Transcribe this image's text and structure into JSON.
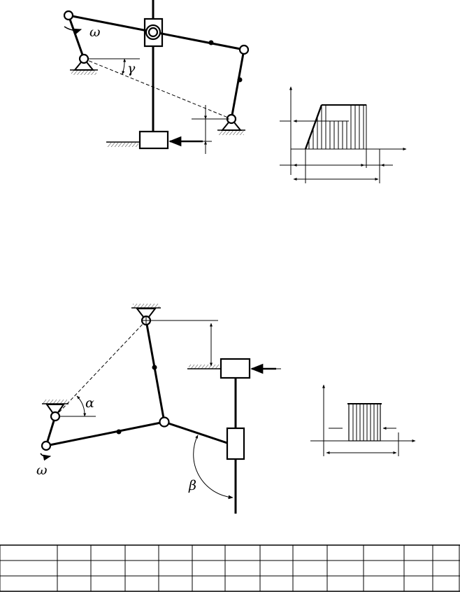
{
  "labels": {
    "top_omega": "ω",
    "top_gamma": "γ",
    "bottom_alpha": "α",
    "bottom_omega": "ω",
    "bottom_beta": "β"
  },
  "table": {
    "rows": 3,
    "columns": 13,
    "cells": []
  }
}
